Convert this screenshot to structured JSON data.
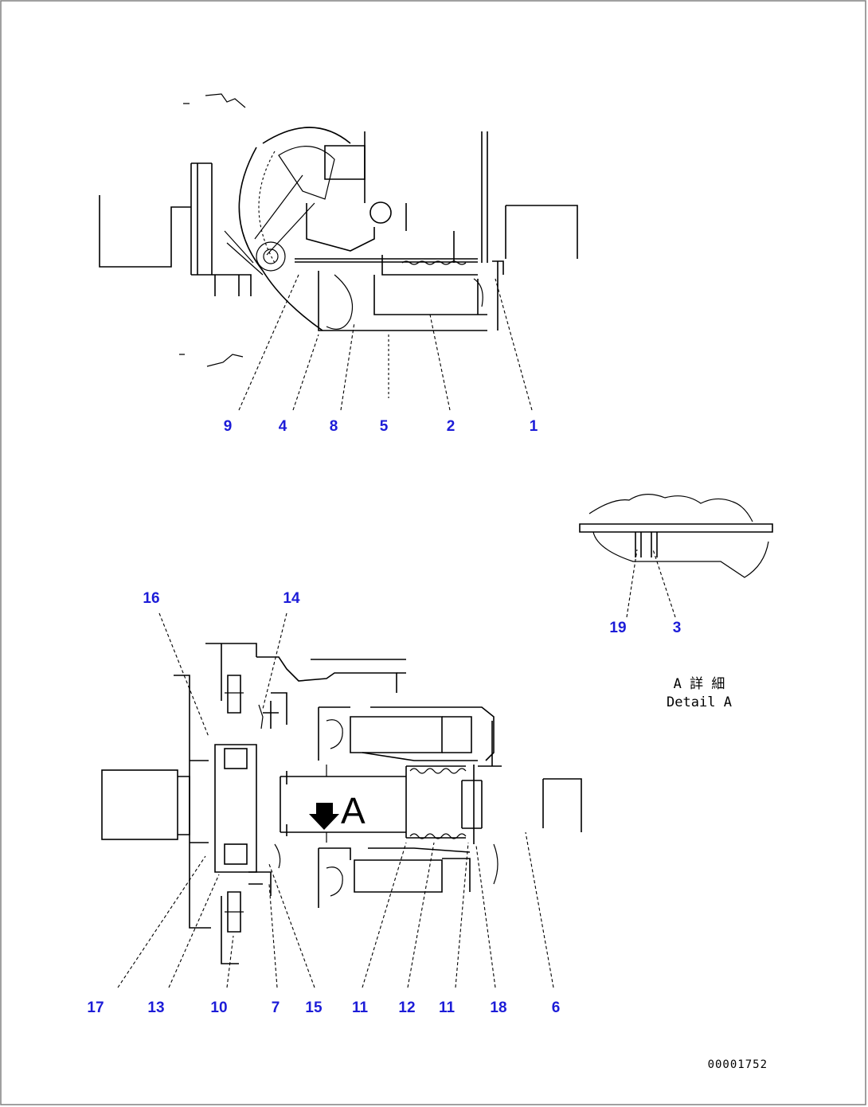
{
  "top_view": {
    "callouts": [
      "9",
      "4",
      "8",
      "5",
      "2",
      "1"
    ]
  },
  "detail_view": {
    "callouts": [
      "19",
      "3"
    ],
    "title_jp": "A 詳 細",
    "title_en": "Detail A"
  },
  "bottom_view": {
    "callouts_top": [
      "16",
      "14"
    ],
    "callouts_bottom": [
      "17",
      "13",
      "10",
      "7",
      "15",
      "11",
      "12",
      "11",
      "18",
      "6"
    ],
    "view_marker": "A"
  },
  "drawing_code": "00001752",
  "colors": {
    "callout": "#1c1cd8",
    "line": "#000000",
    "frame": "#808080"
  }
}
